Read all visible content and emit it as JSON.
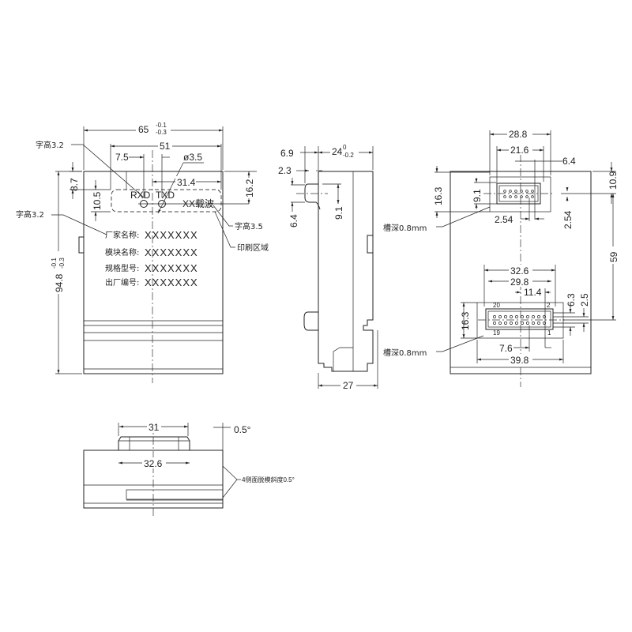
{
  "front_view": {
    "dim_width": "65",
    "dim_width_tol_upper": "-0.1",
    "dim_width_tol_lower": "-0.3",
    "dim_51": "51",
    "dim_7_5": "7.5",
    "dim_hole": "ø3.5",
    "dim_31_4": "31.4",
    "dim_8_7": "8.7",
    "dim_10_5": "10.5",
    "dim_16_2": "16.2",
    "dim_height": "94.8",
    "dim_height_tol_upper": "-0.1",
    "dim_height_tol_lower": "-0.3",
    "note_char_height_top": "字高3.2",
    "note_char_height_left": "字高3.2",
    "note_char_height_35": "字高3.5",
    "note_print_area": "印刷区域",
    "led_rxd": "RXD",
    "led_txd": "TXD",
    "carrier_label": "XX载波",
    "fields": [
      {
        "label": "厂家名称:",
        "value": "XXXXXXX"
      },
      {
        "label": "模块名称:",
        "value": "XXXXXXX"
      },
      {
        "label": "规格型号:",
        "value": "XXXXXXX"
      },
      {
        "label": "出厂编号:",
        "value": "XXXXXXX"
      }
    ]
  },
  "side_view": {
    "dim_6_9": "6.9",
    "dim_24": "24",
    "dim_24_tol_upper": "0",
    "dim_24_tol_lower": "-0.2",
    "dim_2_3": "2.3",
    "dim_6_4": "6.4",
    "dim_9_1": "9.1",
    "dim_27": "27"
  },
  "back_view": {
    "dim_28_8": "28.8",
    "dim_21_6": "21.6",
    "dim_6_4": "6.4",
    "dim_10_9": "10.9",
    "dim_16_3_top": "16.3",
    "dim_9_1": "9.1",
    "dim_2_54_h": "2.54",
    "dim_2_54_v": "2.54",
    "dim_59": "59",
    "groove_note_top": "槽深0.8mm",
    "dim_32_6": "32.6",
    "dim_29_8": "29.8",
    "dim_11_4": "11.4",
    "dim_6_3": "6.3",
    "dim_2_5": "2.5",
    "dim_16_3_bottom": "16.3",
    "groove_note_bottom": "槽深0.8mm",
    "dim_7_6": "7.6",
    "dim_39_8": "39.8",
    "pin_20": "20",
    "pin_2": "2",
    "pin_19": "19",
    "pin_1": "1"
  },
  "bottom_view": {
    "dim_31": "31",
    "dim_32_6": "32.6",
    "dim_angle": "0.5°",
    "draft_note": "4侧面脱模斜度0.5°"
  }
}
